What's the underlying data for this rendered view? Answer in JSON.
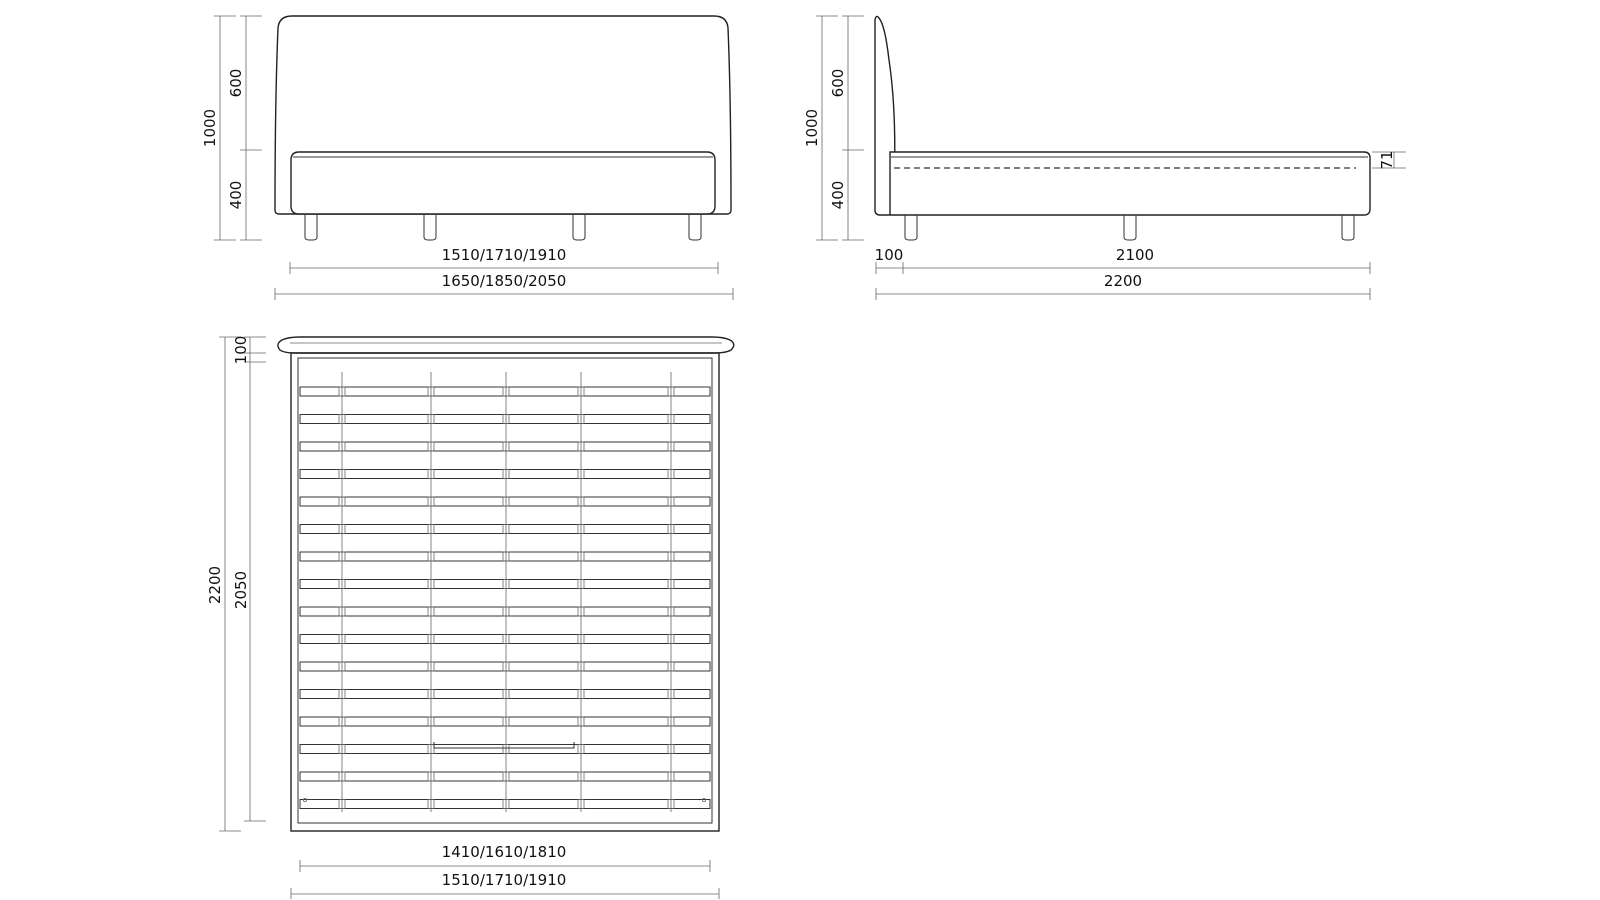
{
  "front_view": {
    "height_total": "1000",
    "height_headboard": "600",
    "height_base": "400",
    "width_inner": "1510/1710/1910",
    "width_outer": "1650/1850/2050"
  },
  "side_view": {
    "height_total": "1000",
    "height_headboard": "600",
    "height_base": "400",
    "mattress_inset": "71",
    "headboard_depth": "100",
    "frame_length": "2100",
    "total_length": "2200"
  },
  "top_view": {
    "headboard_depth": "100",
    "total_length": "2200",
    "inner_length": "2050",
    "inner_width": "1410/1610/1810",
    "outer_width": "1510/1710/1910"
  }
}
